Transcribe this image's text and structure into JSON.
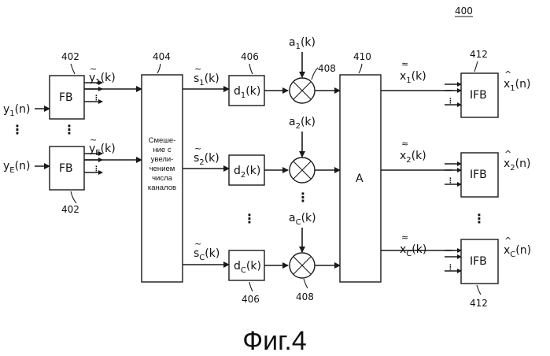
{
  "figure_number": "400",
  "caption": "Фиг.4",
  "inputs": {
    "y1": {
      "base": "y",
      "sub": "1",
      "arg": "(n)"
    },
    "yE": {
      "base": "y",
      "sub": "E",
      "arg": "(n)"
    }
  },
  "fb": {
    "label": "FB",
    "ref_top": "402",
    "ref_bottom": "402",
    "out1": {
      "base": "y",
      "sub": "1",
      "arg": "(k)",
      "mark": "~"
    },
    "outE": {
      "base": "y",
      "sub": "E",
      "arg": "(k)",
      "mark": "~"
    }
  },
  "upmix": {
    "ref": "404",
    "text_lines": [
      "Смеше-",
      "ние с",
      "увели-",
      "чением",
      "числа",
      "каналов"
    ]
  },
  "signals": {
    "s1": {
      "base": "s",
      "sub": "1",
      "arg": "(k)",
      "mark": "~"
    },
    "s2": {
      "base": "s",
      "sub": "2",
      "arg": "(k)",
      "mark": "~"
    },
    "sC": {
      "base": "s",
      "sub": "C",
      "arg": "(k)",
      "mark": "~"
    }
  },
  "delays": {
    "ref_top": "406",
    "ref_bottom": "406",
    "d1": {
      "base": "d",
      "sub": "1",
      "arg": "(k)"
    },
    "d2": {
      "base": "d",
      "sub": "2",
      "arg": "(k)"
    },
    "dC": {
      "base": "d",
      "sub": "C",
      "arg": "(k)"
    }
  },
  "gains": {
    "ref_top": "408",
    "ref_bottom": "408",
    "a1": {
      "base": "a",
      "sub": "1",
      "arg": "(k)"
    },
    "a2": {
      "base": "a",
      "sub": "2",
      "arg": "(k)"
    },
    "aC": {
      "base": "a",
      "sub": "C",
      "arg": "(k)"
    }
  },
  "matrix": {
    "label": "A",
    "ref": "410"
  },
  "matrix_out": {
    "x1": {
      "base": "x",
      "sub": "1",
      "arg": "(k)",
      "mark": "≈"
    },
    "x2": {
      "base": "x",
      "sub": "2",
      "arg": "(k)",
      "mark": "≈"
    },
    "xC": {
      "base": "x",
      "sub": "C",
      "arg": "(k)",
      "mark": "≈"
    }
  },
  "ifb": {
    "label": "IFB",
    "ref_top": "412",
    "ref_bottom": "412"
  },
  "outputs": {
    "x1": {
      "base": "x",
      "sub": "1",
      "arg": "(n)",
      "mark": "^"
    },
    "x2": {
      "base": "x",
      "sub": "2",
      "arg": "(n)",
      "mark": "^"
    },
    "xC": {
      "base": "x",
      "sub": "C",
      "arg": "(n)",
      "mark": "^"
    }
  },
  "ellipsis": "⋮"
}
